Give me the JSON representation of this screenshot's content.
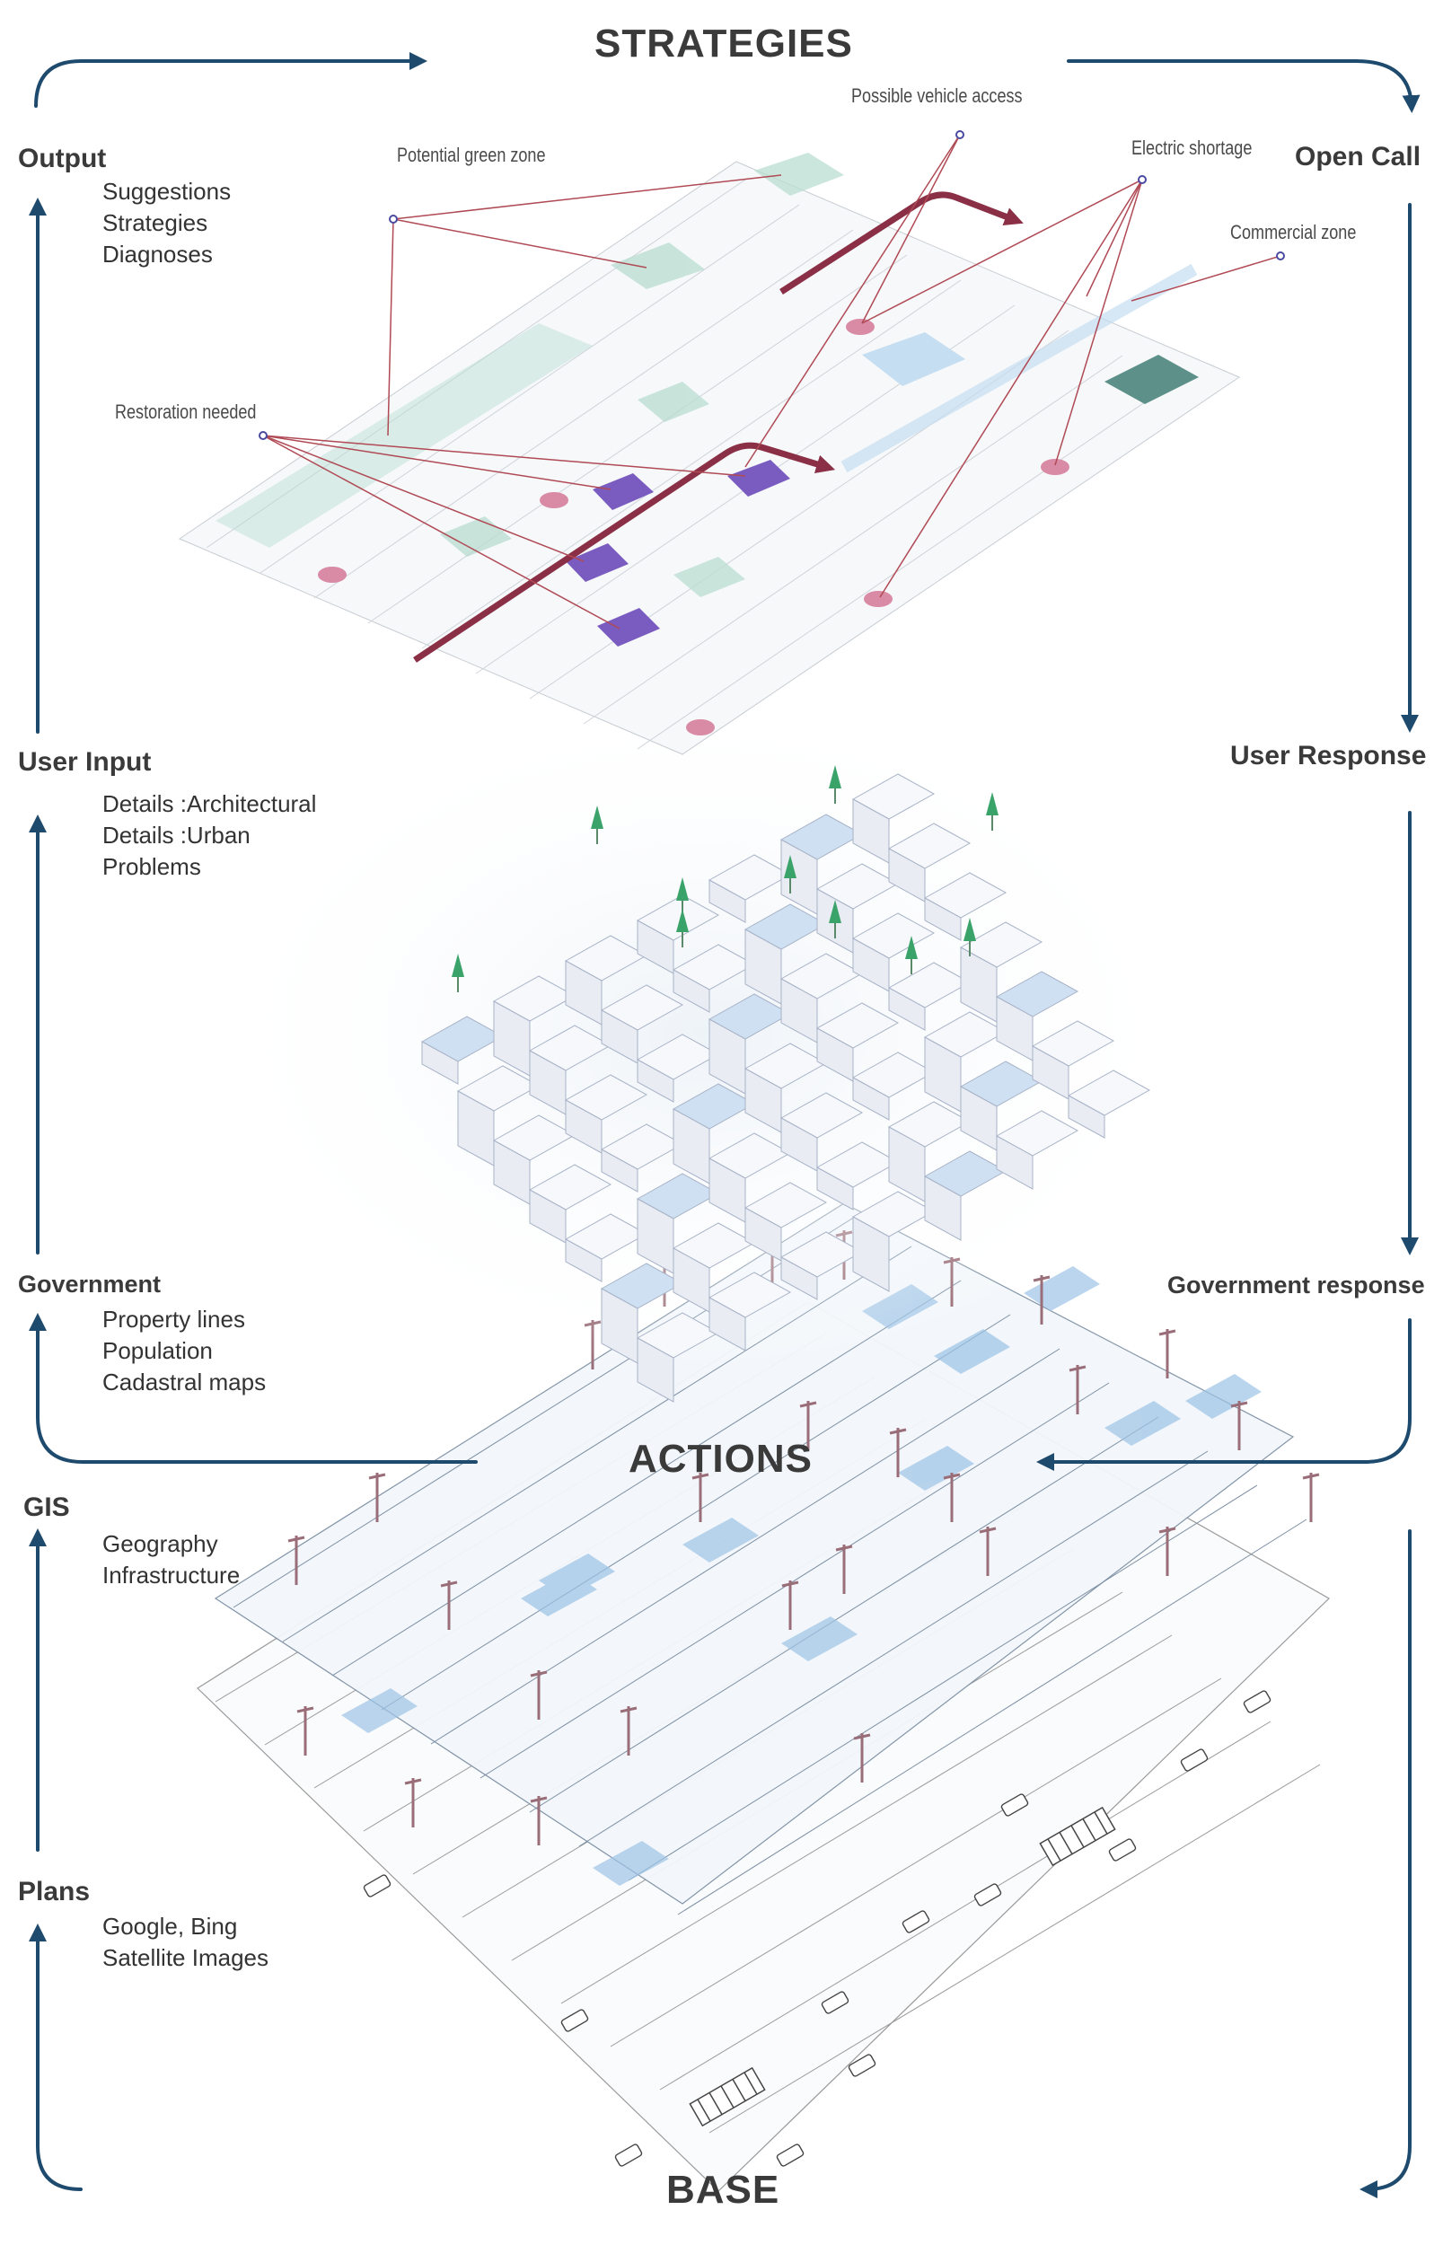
{
  "titles": {
    "top": "STRATEGIES",
    "middle": "ACTIONS",
    "bottom": "BASE"
  },
  "left_panels": [
    {
      "heading": "Output",
      "items": [
        "Suggestions",
        "Strategies",
        "Diagnoses"
      ]
    },
    {
      "heading": "User Input",
      "items": [
        "Details :Architectural",
        "Details :Urban",
        "Problems"
      ]
    },
    {
      "heading": "Government",
      "items": [
        "Property lines",
        "Population",
        "Cadastral maps"
      ]
    },
    {
      "heading": "GIS",
      "items": [
        "Geography",
        "Infrastructure"
      ]
    },
    {
      "heading": "Plans",
      "items": [
        "Google, Bing",
        "Satellite Images"
      ]
    }
  ],
  "right_labels": [
    "Open Call",
    "User Response",
    "Government response"
  ],
  "annotations": {
    "vehicle": "Possible vehicle access",
    "green": "Potential green zone",
    "electric": "Electric shortage",
    "commercial": "Commercial zone",
    "restoration": "Restoration needed"
  },
  "colors": {
    "arrow": "#1e4a6e",
    "leader": "#b04a55",
    "vehicle_path": "#8a2f45",
    "restoration": "#7a5cc0",
    "green_zone": "#b9ddd0",
    "commercial": "#5c9088",
    "electric": "#d98aa4",
    "blue_tint": "#9cc3e6"
  }
}
